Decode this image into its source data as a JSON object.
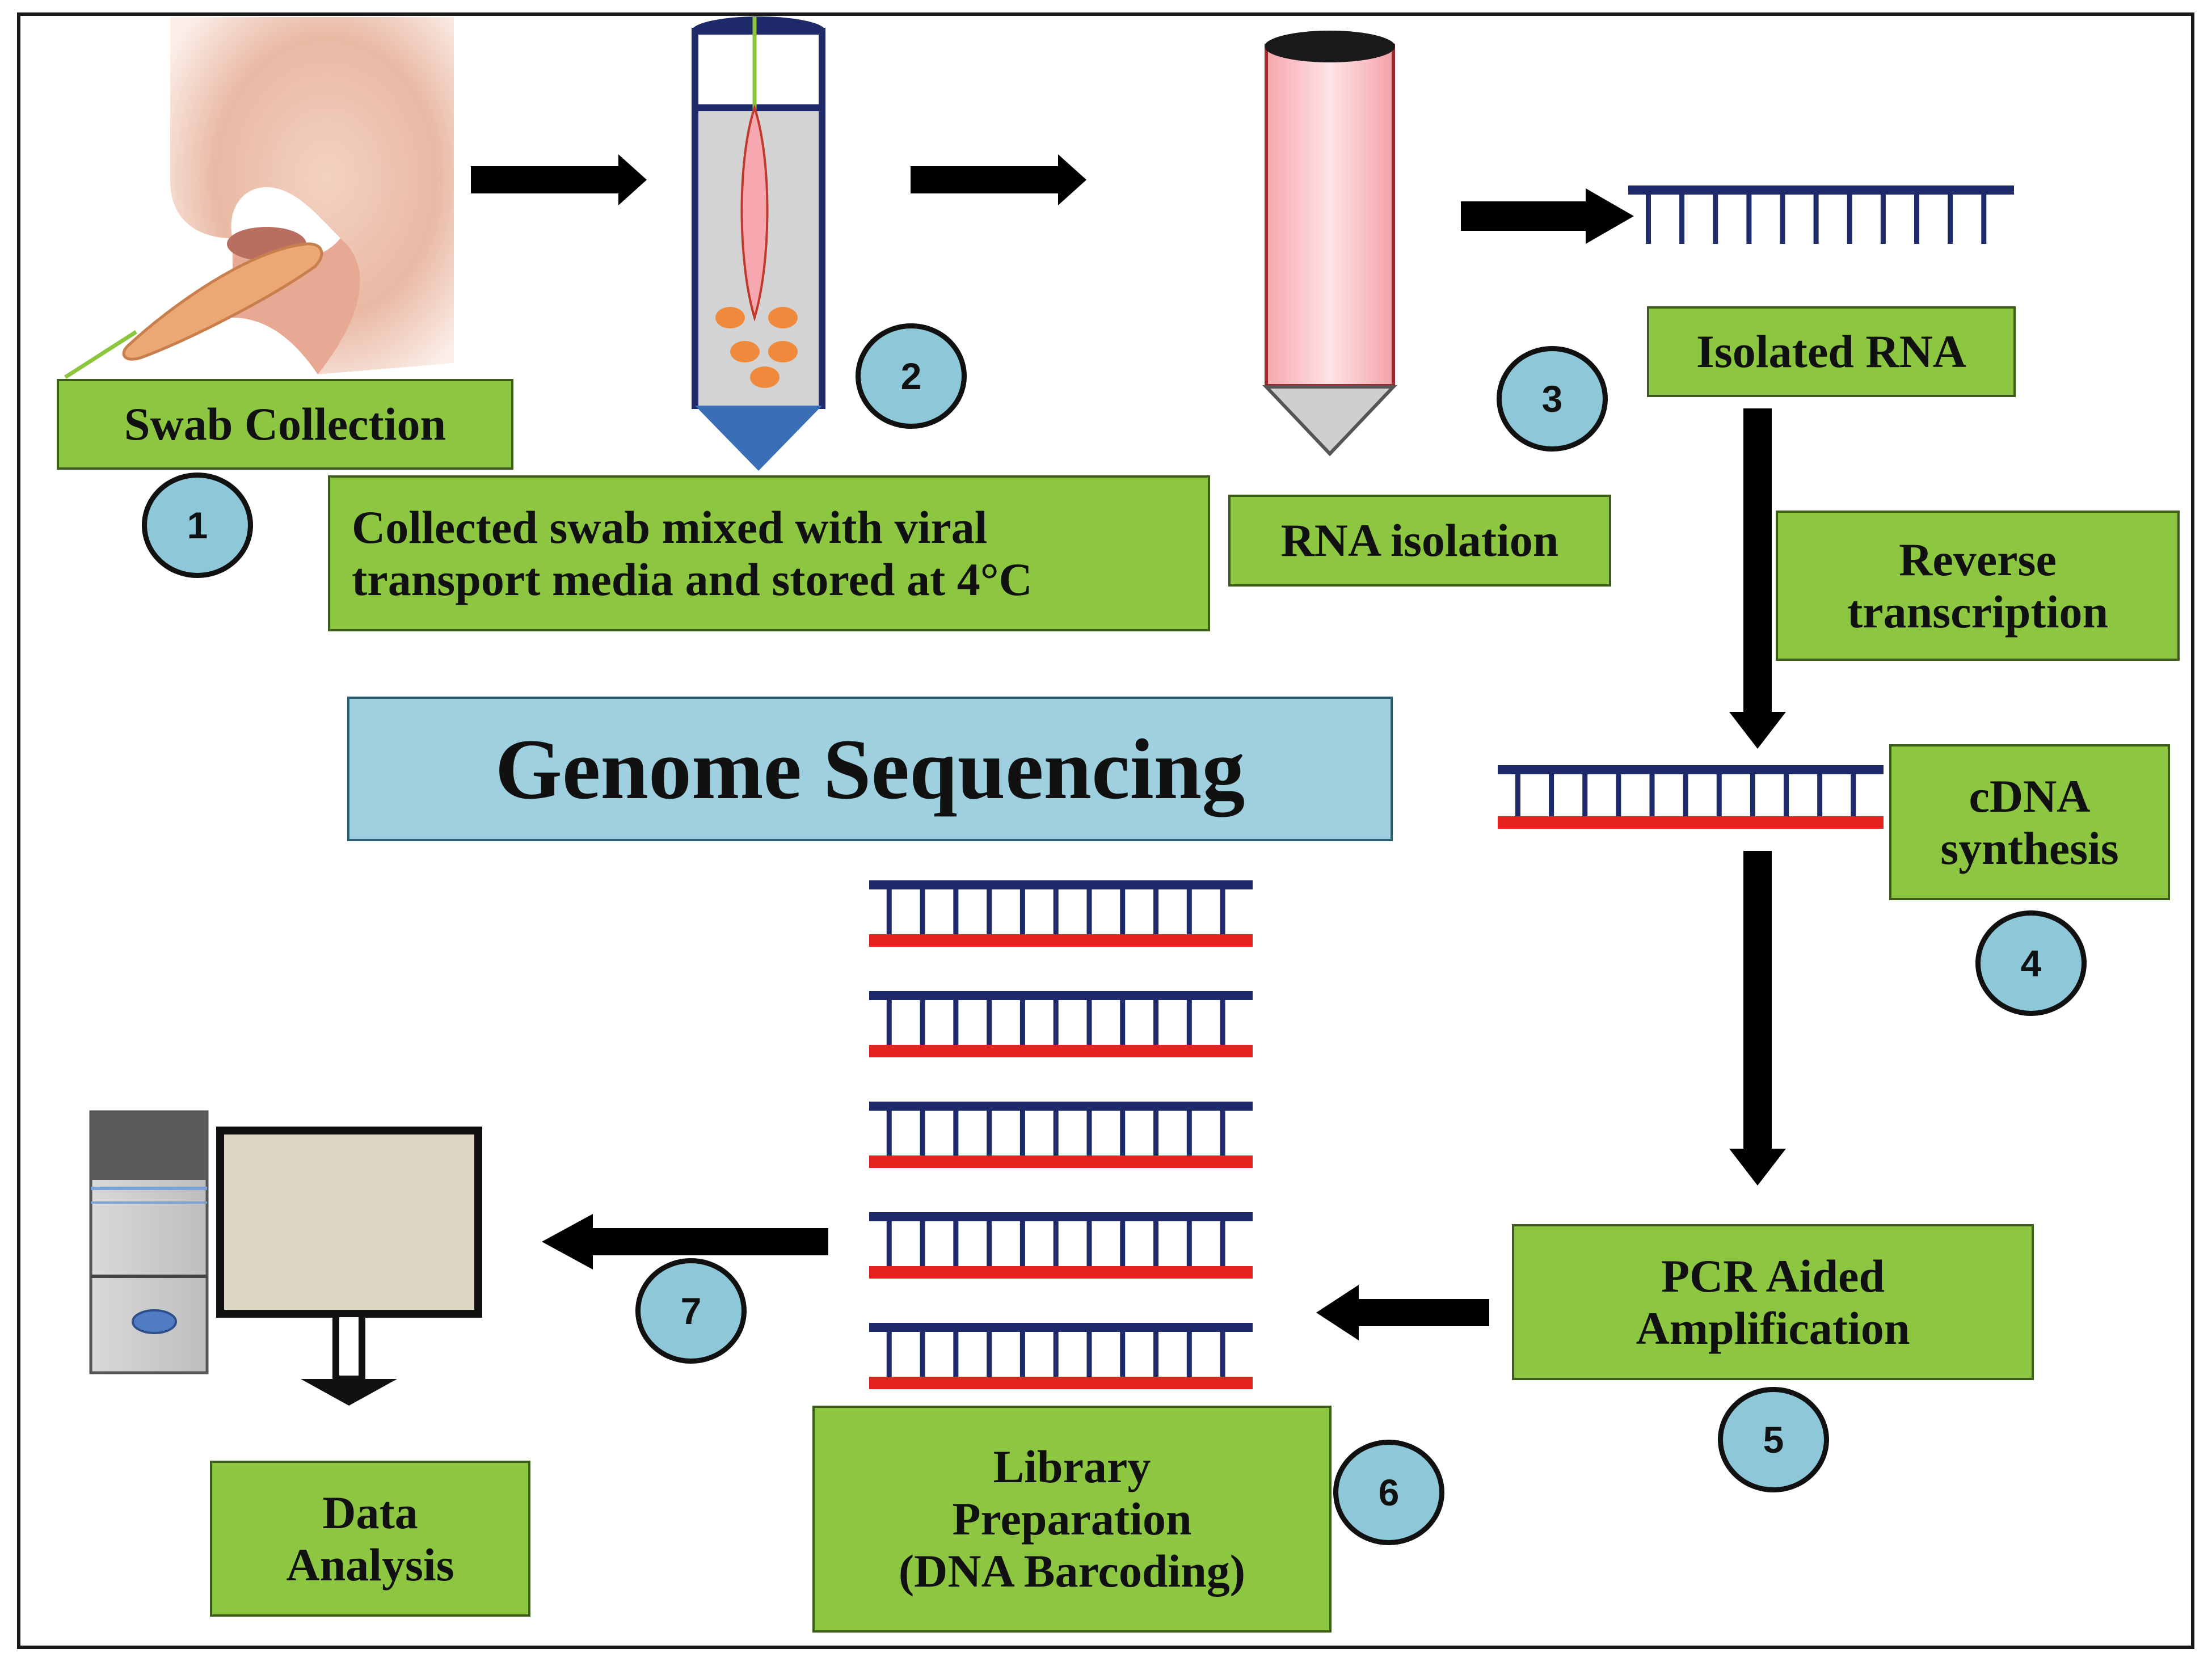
{
  "title": "Genome Sequencing",
  "colors": {
    "label_green": "#8dc640",
    "title_blue": "#9ed0e0",
    "number_circle": "#8ec8d8",
    "strand_blue": "#1f2a6b",
    "strand_red": "#e52421"
  },
  "steps": [
    {
      "number": "1",
      "label": [
        "Swab Collection"
      ]
    },
    {
      "number": "2",
      "label": [
        "Collected swab mixed with viral",
        "transport media and stored at 4°C"
      ]
    },
    {
      "number": "3",
      "label": [
        "RNA isolation"
      ]
    },
    {
      "number": "4",
      "label": [
        "cDNA",
        "synthesis"
      ]
    },
    {
      "number": "5",
      "label": [
        "PCR Aided",
        "Amplification"
      ]
    },
    {
      "number": "6",
      "label": [
        "Library",
        "Preparation",
        "(DNA Barcoding)"
      ]
    },
    {
      "number": "7",
      "label": [
        "Data",
        "Analysis"
      ]
    }
  ],
  "intermediate_labels": {
    "isolated_rna": "Isolated RNA",
    "reverse_transcription": [
      "Reverse",
      "transcription"
    ]
  },
  "icons": [
    "nose-swab-icon",
    "transport-tube-icon",
    "isolation-tube-icon",
    "rna-strand-icon",
    "cdna-strand-icon",
    "dna-library-icon",
    "computer-icon"
  ]
}
